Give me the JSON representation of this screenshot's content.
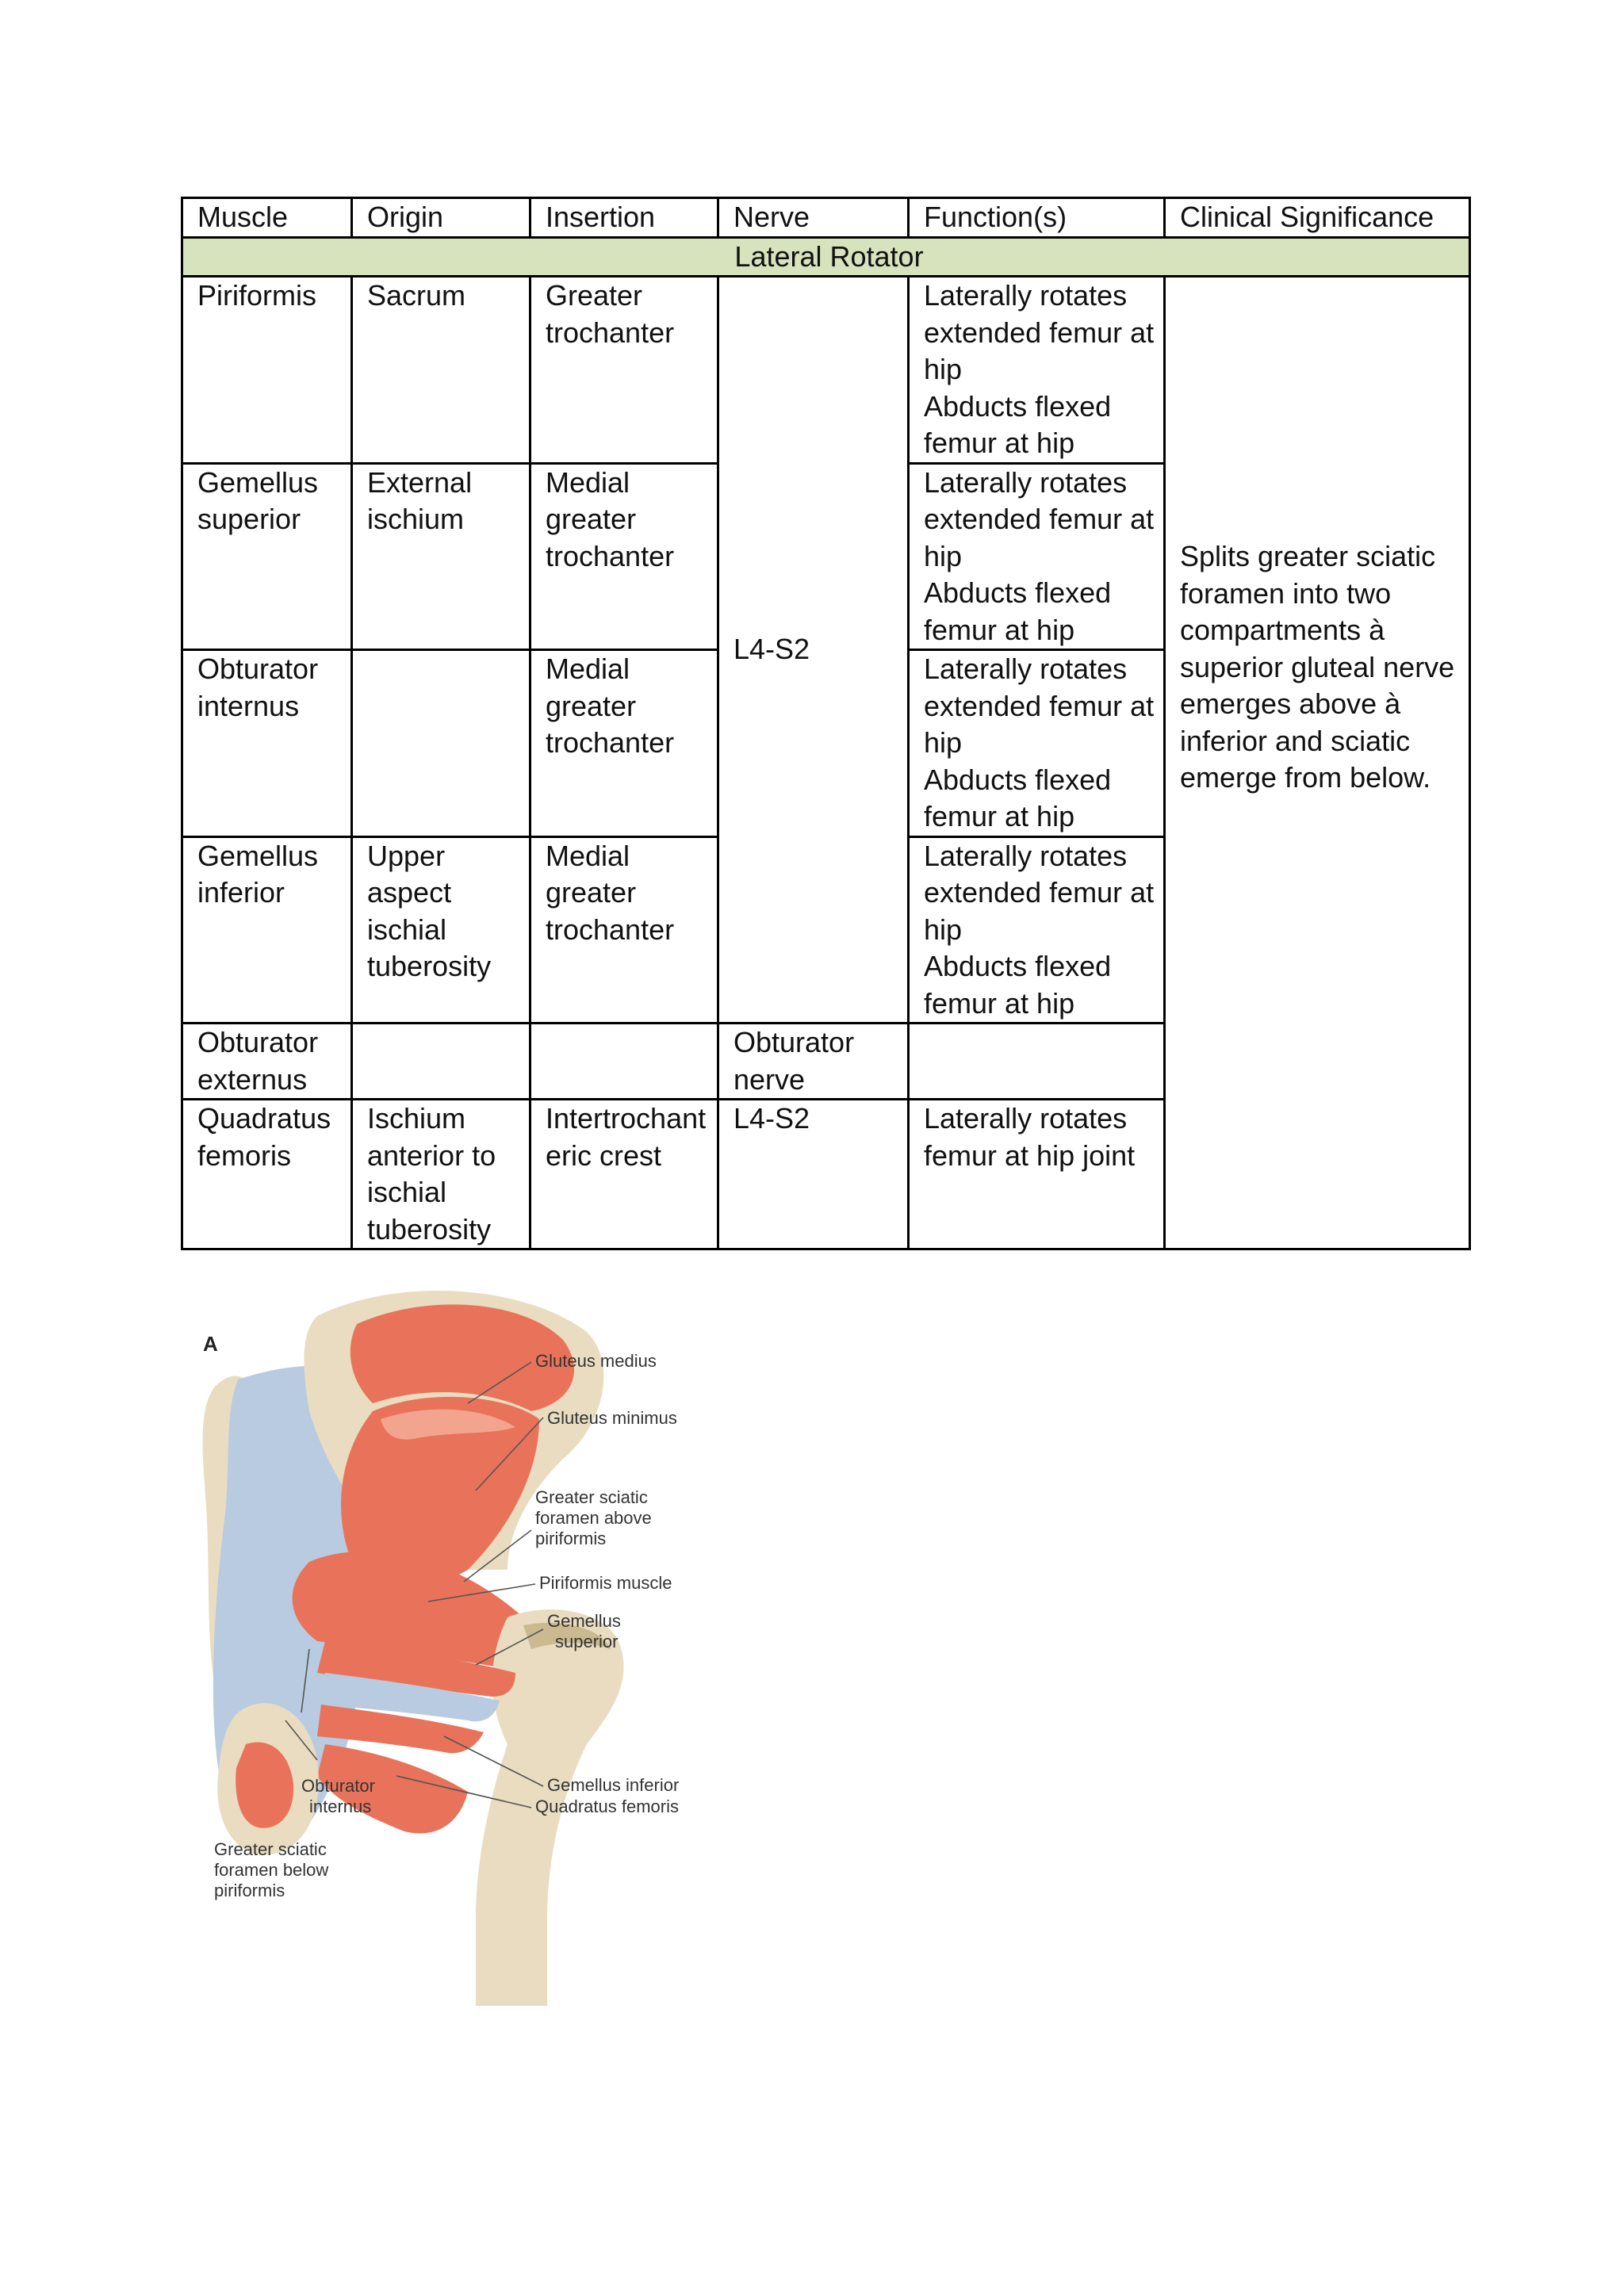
{
  "table": {
    "headers": [
      "Muscle",
      "Origin",
      "Insertion",
      "Nerve",
      "Function(s)",
      "Clinical Significance"
    ],
    "group_label": "Lateral Rotator",
    "rows": [
      {
        "muscle": "Piriformis",
        "origin": "Sacrum",
        "insertion": "Greater trochanter",
        "function": "Laterally rotates extended femur at hip\nAbducts flexed femur at hip"
      },
      {
        "muscle": "Gemellus superior",
        "origin": "External ischium",
        "insertion": "Medial greater trochanter",
        "function": "Laterally rotates extended femur at hip\nAbducts flexed femur at hip"
      },
      {
        "muscle": "Obturator internus",
        "origin": "",
        "insertion": "Medial greater trochanter",
        "function": "Laterally rotates extended femur at hip\nAbducts flexed femur at hip"
      },
      {
        "muscle": "Gemellus inferior",
        "origin": "Upper aspect ischial tuberosity",
        "insertion": "Medial greater trochanter",
        "function": "Laterally rotates extended femur at hip\nAbducts flexed femur at hip"
      },
      {
        "muscle": "Obturator externus",
        "origin": "",
        "insertion": "",
        "nerve": "Obturator nerve",
        "function": ""
      },
      {
        "muscle": "Quadratus femoris",
        "origin": "Ischium anterior to ischial tuberosity",
        "insertion": "Intertrochanteric crest",
        "nerve": "L4-S2",
        "function": "Laterally rotates femur at hip joint"
      }
    ],
    "shared_nerve": "L4-S2",
    "clinical_significance": "Splits greater sciatic foramen into two compartments à superior gluteal nerve emerges above à inferior and sciatic emerge from below."
  },
  "figure": {
    "panel_letter": "A",
    "labels": {
      "gluteus_medius": "Gluteus medius",
      "gluteus_minimus": "Gluteus minimus",
      "gsf_above_1": "Greater sciatic",
      "gsf_above_2": "foramen above",
      "gsf_above_3": "piriformis",
      "piriformis_muscle": "Piriformis muscle",
      "gemellus_superior_1": "Gemellus",
      "gemellus_superior_2": "superior",
      "gemellus_inferior": "Gemellus inferior",
      "quadratus_femoris": "Quadratus femoris",
      "obturator_internus_1": "Obturator",
      "obturator_internus_2": "internus",
      "gsf_below_1": "Greater sciatic",
      "gsf_below_2": "foramen below",
      "gsf_below_3": "piriformis"
    },
    "colors": {
      "muscle": "#e9735a",
      "muscle_light": "#f2a48f",
      "ligament": "#b9cbe0",
      "bone": "#e9dcc0",
      "bone_shadow": "#cbb98f"
    }
  }
}
